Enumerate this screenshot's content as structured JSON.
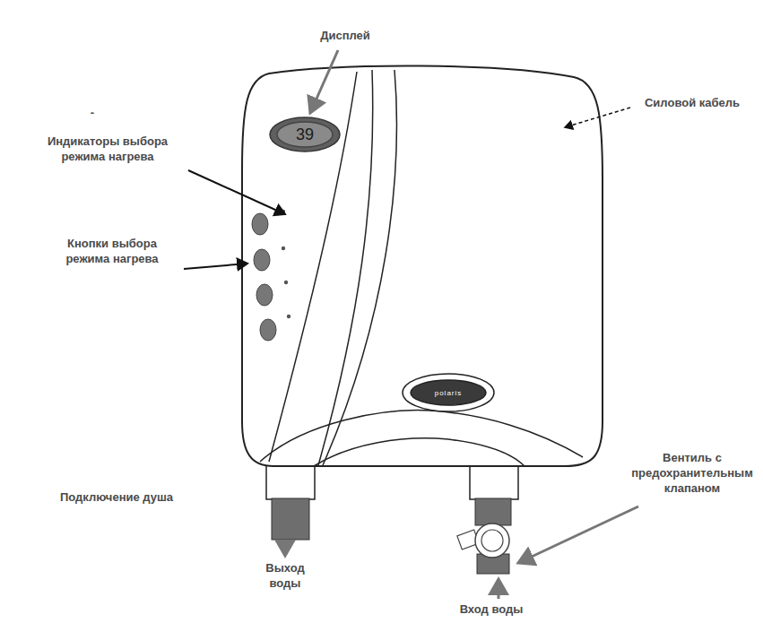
{
  "diagram": {
    "nodes": [
      {
        "text": [
          "39"
        ]
      },
      {
        "text": [
          "polaris"
        ]
      }
    ],
    "labels": [
      "-",
      "Дисплей",
      "Индикаторы выбора режима нагрева",
      "Кнопки выбора режима нагрева",
      "Силовой кабель",
      "Подключение душа",
      "Выход воды",
      "Вентиль с предохранительным клапаном",
      "Вход воды"
    ]
  }
}
